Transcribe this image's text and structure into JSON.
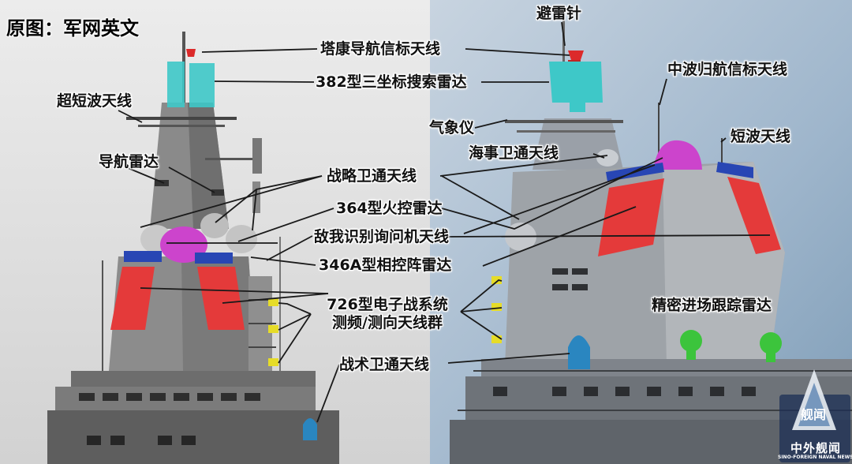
{
  "source_title": "原图：军网英文",
  "labels": {
    "lightning_rod": "避雷针",
    "tacan": "塔康导航信标天线",
    "radar_382": "382型三坐标搜索雷达",
    "mf_homing": "中波归航信标天线",
    "hf_ultrashort": "超短波天线",
    "weather": "气象仪",
    "maritime_satcom": "海事卫通天线",
    "shortwave": "短波天线",
    "nav_radar": "导航雷达",
    "strategic_satcom": "战略卫通天线",
    "fire_control_364": "364型火控雷达",
    "iff": "敌我识别询问机天线",
    "aesa_346a": "346A型相控阵雷达",
    "ew_726_line1": "726型电子战系统",
    "ew_726_line2": "测频/测向天线群",
    "precision_approach": "精密进场跟踪雷达",
    "tactical_satcom": "战术卫通天线"
  },
  "logo": {
    "name": "中外舰闻",
    "name_en": "SINO-FOREIGN NAVAL NEWS",
    "emblem_text": "舰闻"
  },
  "colors": {
    "radar_382": "#3ec8c8",
    "aesa_346a": "#e43a3a",
    "iff_bar": "#2846b4",
    "fire_control_364": "#cc44cc",
    "precision_approach": "#3cc43c",
    "tactical_satcom": "#2a86c0",
    "ew_726": "#e6dc28",
    "lightning_rod": "#dc2a2a",
    "left_bg": "#d9d9d9",
    "right_bg": "#a7bdd2"
  }
}
